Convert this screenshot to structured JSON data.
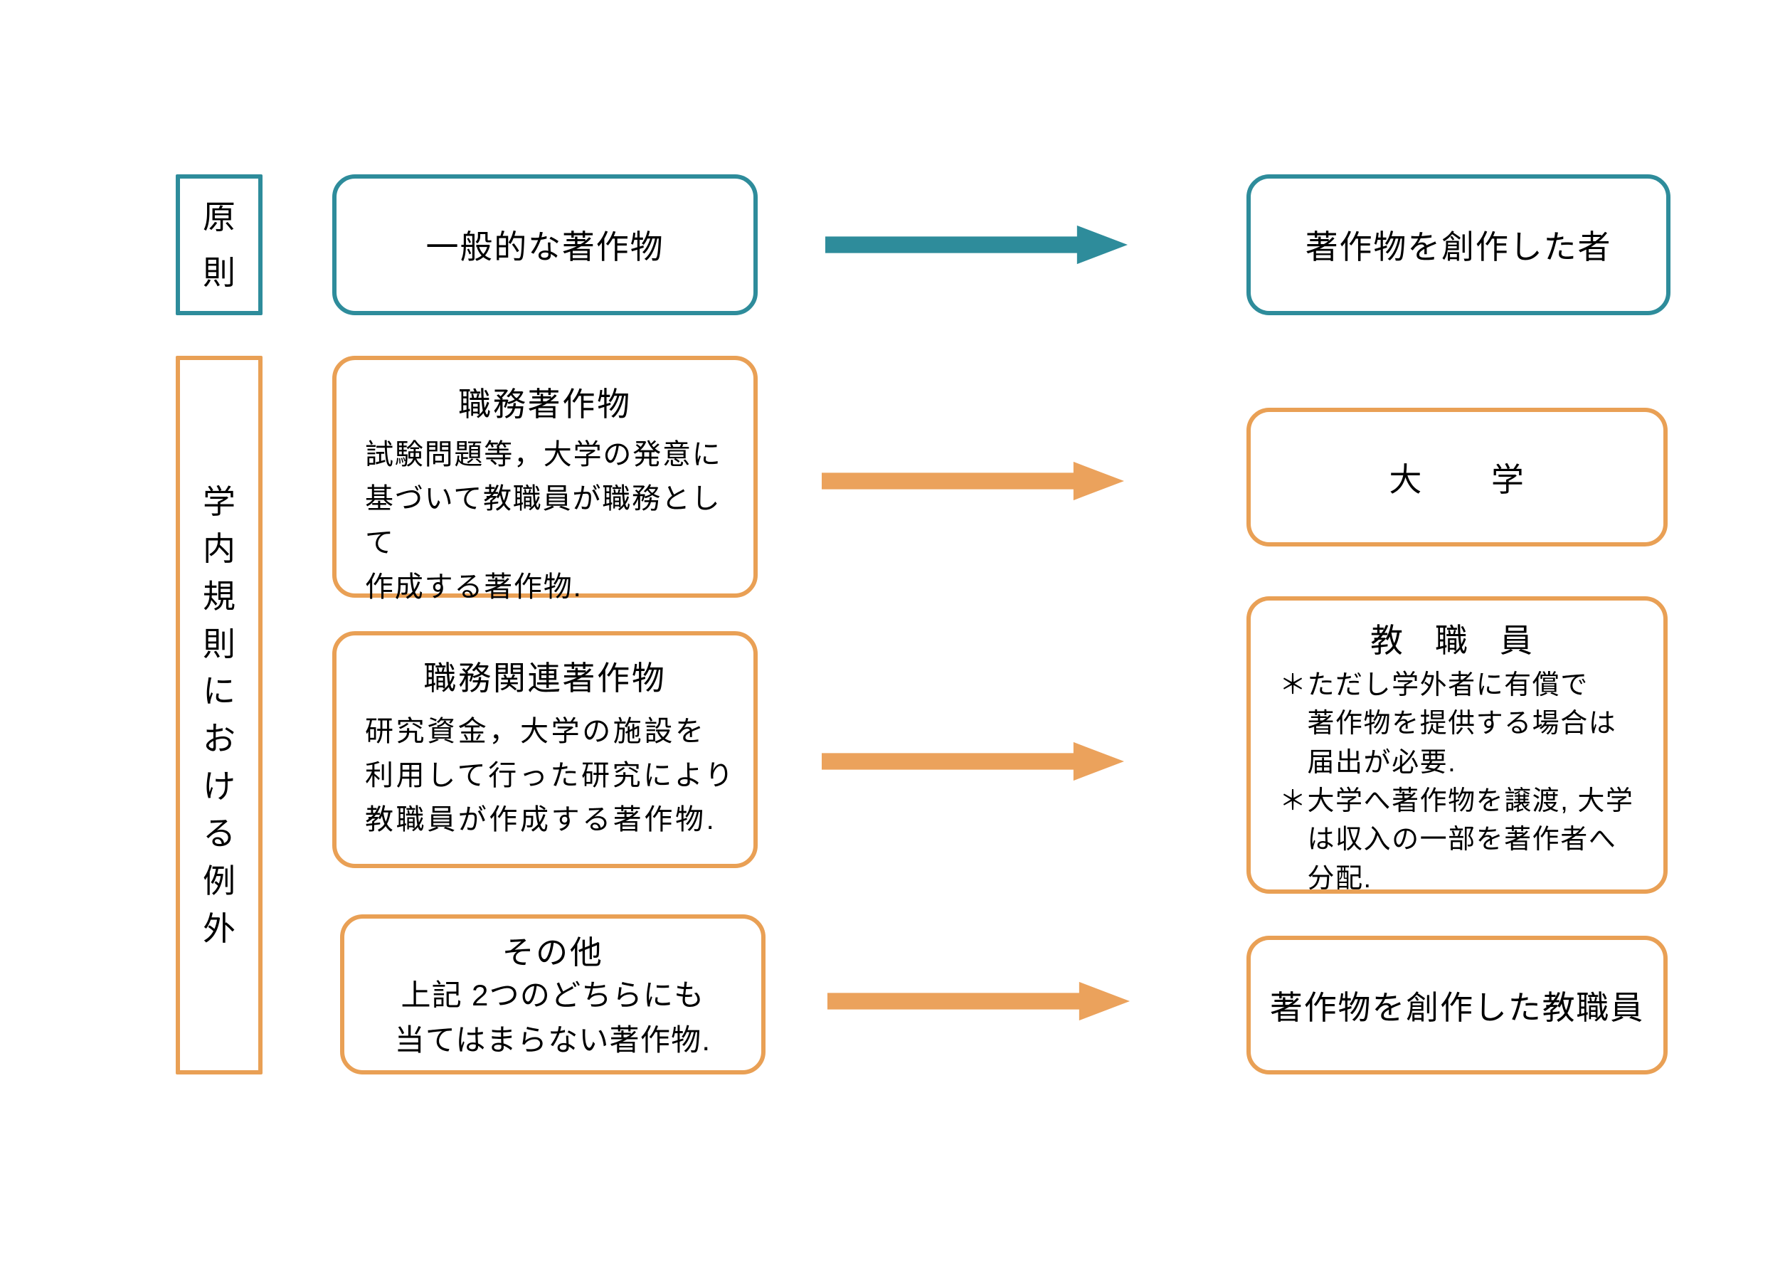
{
  "colors": {
    "teal": "#2e8c9b",
    "orange": "#e9a055",
    "arrow_orange": "#eba25c",
    "text": "#000000",
    "background": "#ffffff"
  },
  "principle": {
    "label": "原\n則",
    "source": "一般的な著作物",
    "target": "著作物を創作した者"
  },
  "exception": {
    "label": "学\n内\n規\n則\nに\nお\nけ\nる\n例\n外",
    "work_for_hire": {
      "title": "職務著作物",
      "body": "試験問題等，大学の発意に\n基づいて教職員が職務として\n作成する著作物."
    },
    "work_related": {
      "title": "職務関連著作物",
      "body": "研究資金，大学の施設を\n利用して行った研究により\n教職員が作成する著作物."
    },
    "others": {
      "title": "その他",
      "body": "上記 2つのどちらにも\n当てはまらない著作物."
    },
    "university": "大　　学",
    "staff": {
      "title": "教 職 員",
      "notes": "＊ただし学外者に有償で\n　著作物を提供する場合は\n　届出が必要.\n＊大学へ著作物を譲渡, 大学\n　は収入の一部を著作者へ\n　分配."
    },
    "creator_staff": "著作物を創作した教職員"
  }
}
